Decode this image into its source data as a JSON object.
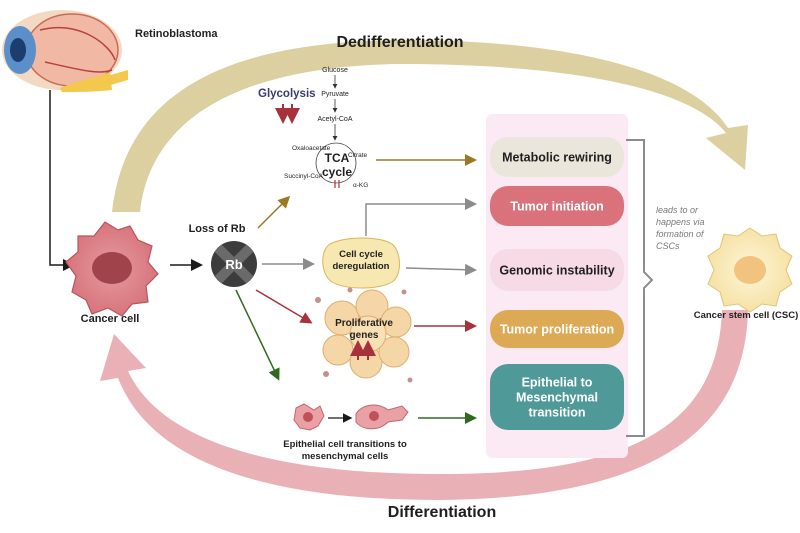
{
  "labels": {
    "retinoblastoma": "Retinoblastoma",
    "dedifferentiation": "Dedifferentiation",
    "differentiation": "Differentiation",
    "cancer_cell": "Cancer cell",
    "loss_of_rb": "Loss of Rb",
    "rb": "Rb",
    "glycolysis": "Glycolysis",
    "glucose": "Glucose",
    "pyruvate": "Pyruvate",
    "acetyl_coa": "Acetyl-CoA",
    "oxaloacetate": "Oxaloacetate",
    "citrate": "Citrate",
    "tca": "TCA",
    "cycle": "cycle",
    "succinyl_coa": "Succinyl-CoA",
    "akg": "α-KG",
    "cell_cycle_1": "Cell cycle",
    "cell_cycle_2": "deregulation",
    "proliferative_1": "Proliferative",
    "proliferative_2": "genes",
    "emt_caption_1": "Epithelial cell transitions to",
    "emt_caption_2": "mesenchymal cells",
    "leads_1": "leads to or",
    "leads_2": "happens via",
    "leads_3": "formation of",
    "leads_4": "CSCs",
    "csc": "Cancer stem cell (CSC)"
  },
  "outcomes": [
    {
      "lines": [
        "Metabolic rewiring"
      ],
      "fill": "#ebe6dc",
      "text": "#1f1f1f"
    },
    {
      "lines": [
        "Tumor initiation"
      ],
      "fill": "#d9727a",
      "text": "#ffffff"
    },
    {
      "lines": [
        "Genomic instability"
      ],
      "fill": "#f6dbe6",
      "text": "#1f1f1f"
    },
    {
      "lines": [
        "Tumor proliferation"
      ],
      "fill": "#dcaa54",
      "text": "#ffffff"
    },
    {
      "lines": [
        "Epithelial to",
        "Mesenchymal",
        "transition"
      ],
      "fill": "#4f9a98",
      "text": "#ffffff"
    }
  ],
  "colors": {
    "dediff_arrow": "#dccfa0",
    "diff_arrow": "#e9b1b6",
    "panel": "#fbeaf4",
    "metabolic_arrow": "#9a7a22",
    "grey_arrow": "#8c8c8c",
    "red_arrow": "#a8323c",
    "green_arrow": "#2f6b1e"
  }
}
